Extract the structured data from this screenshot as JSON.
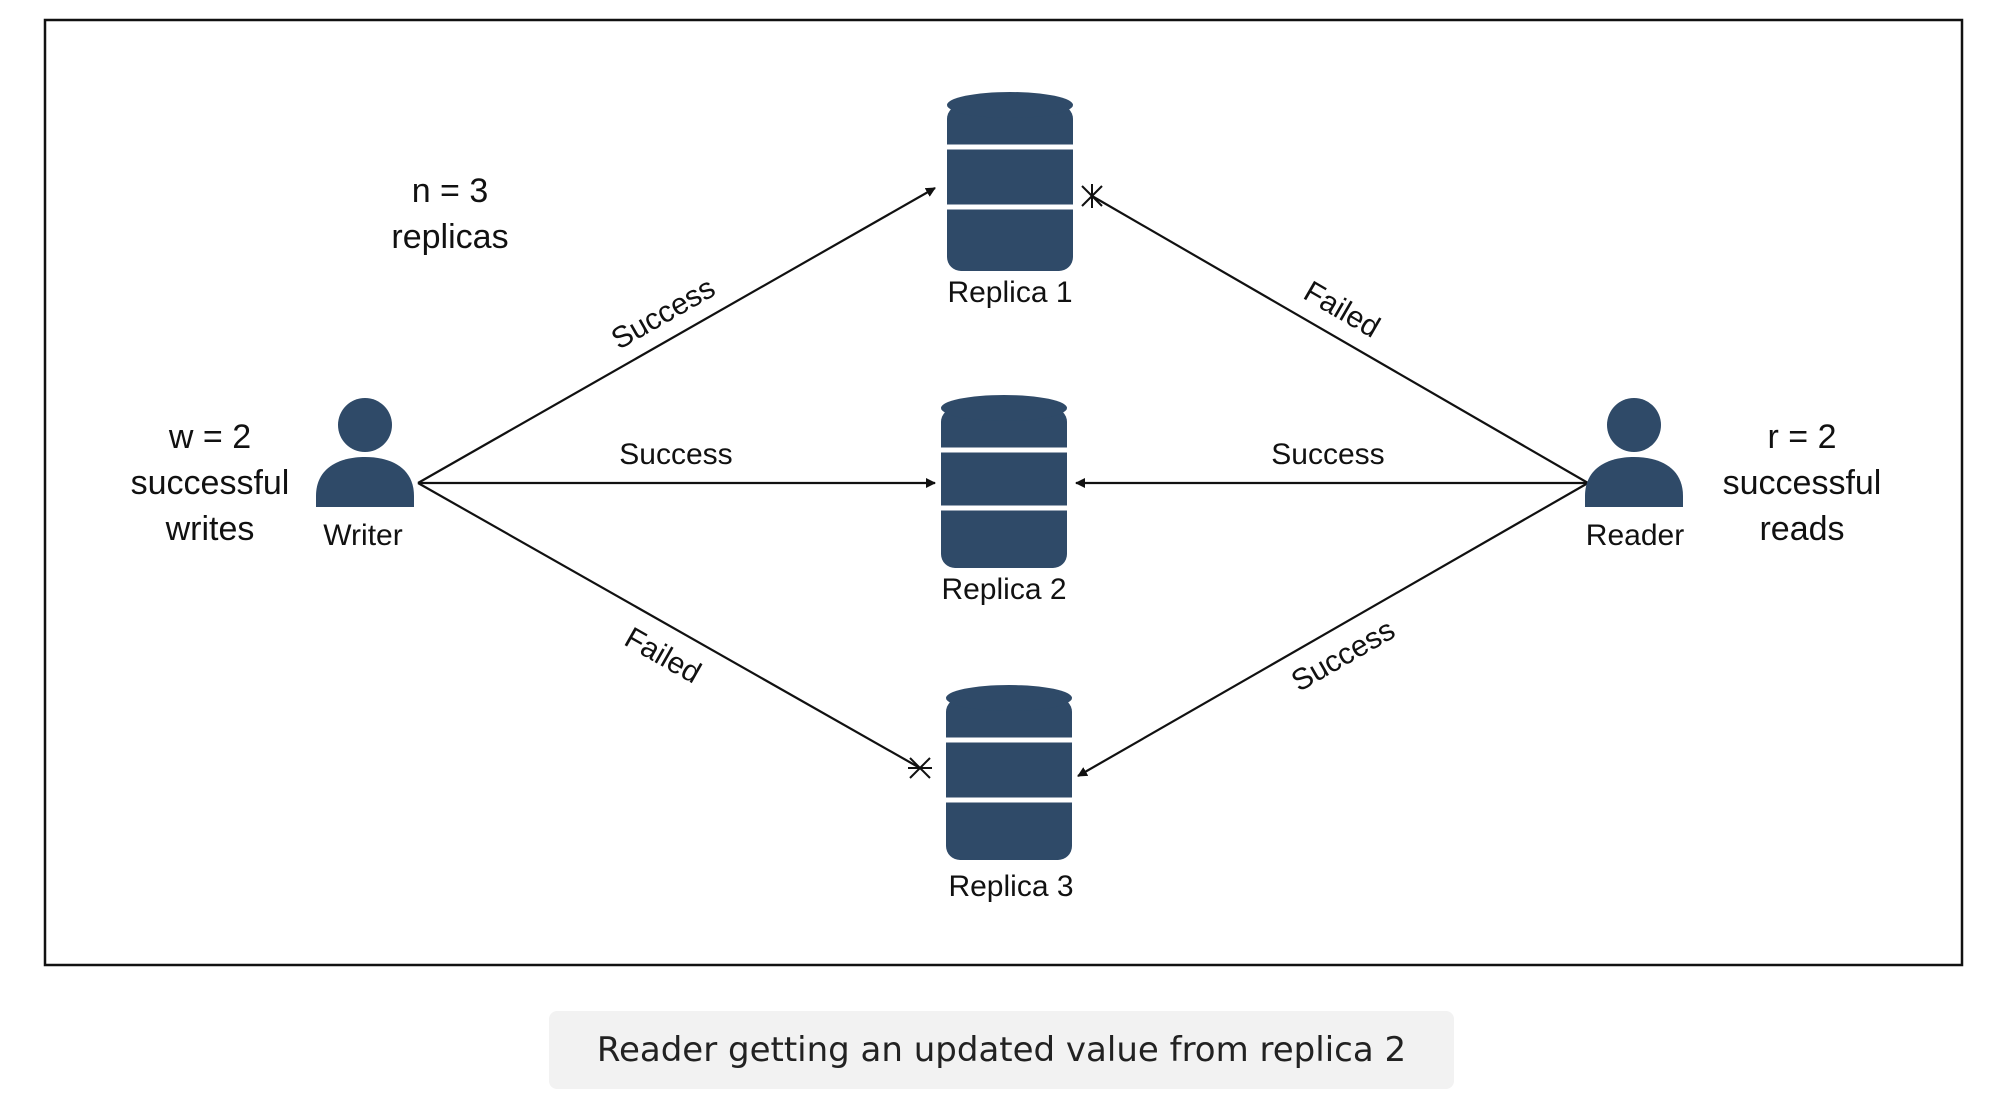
{
  "diagram": {
    "params": {
      "n_line1": "n = 3",
      "n_line2": "replicas",
      "w_line1": "w = 2",
      "w_line2": "successful",
      "w_line3": "writes",
      "r_line1": "r = 2",
      "r_line2": "successful",
      "r_line3": "reads"
    },
    "actors": {
      "writer": "Writer",
      "reader": "Reader"
    },
    "replicas": {
      "r1": "Replica 1",
      "r2": "Replica 2",
      "r3": "Replica 3"
    },
    "edges": {
      "writer_r1": "Success",
      "writer_r2": "Success",
      "writer_r3": "Failed",
      "reader_r1": "Failed",
      "reader_r2": "Success",
      "reader_r3": "Success"
    },
    "colors": {
      "icon": "#2f4a68",
      "line": "#111111",
      "frame": "#111111"
    }
  },
  "caption": "Reader getting an updated value from replica 2"
}
